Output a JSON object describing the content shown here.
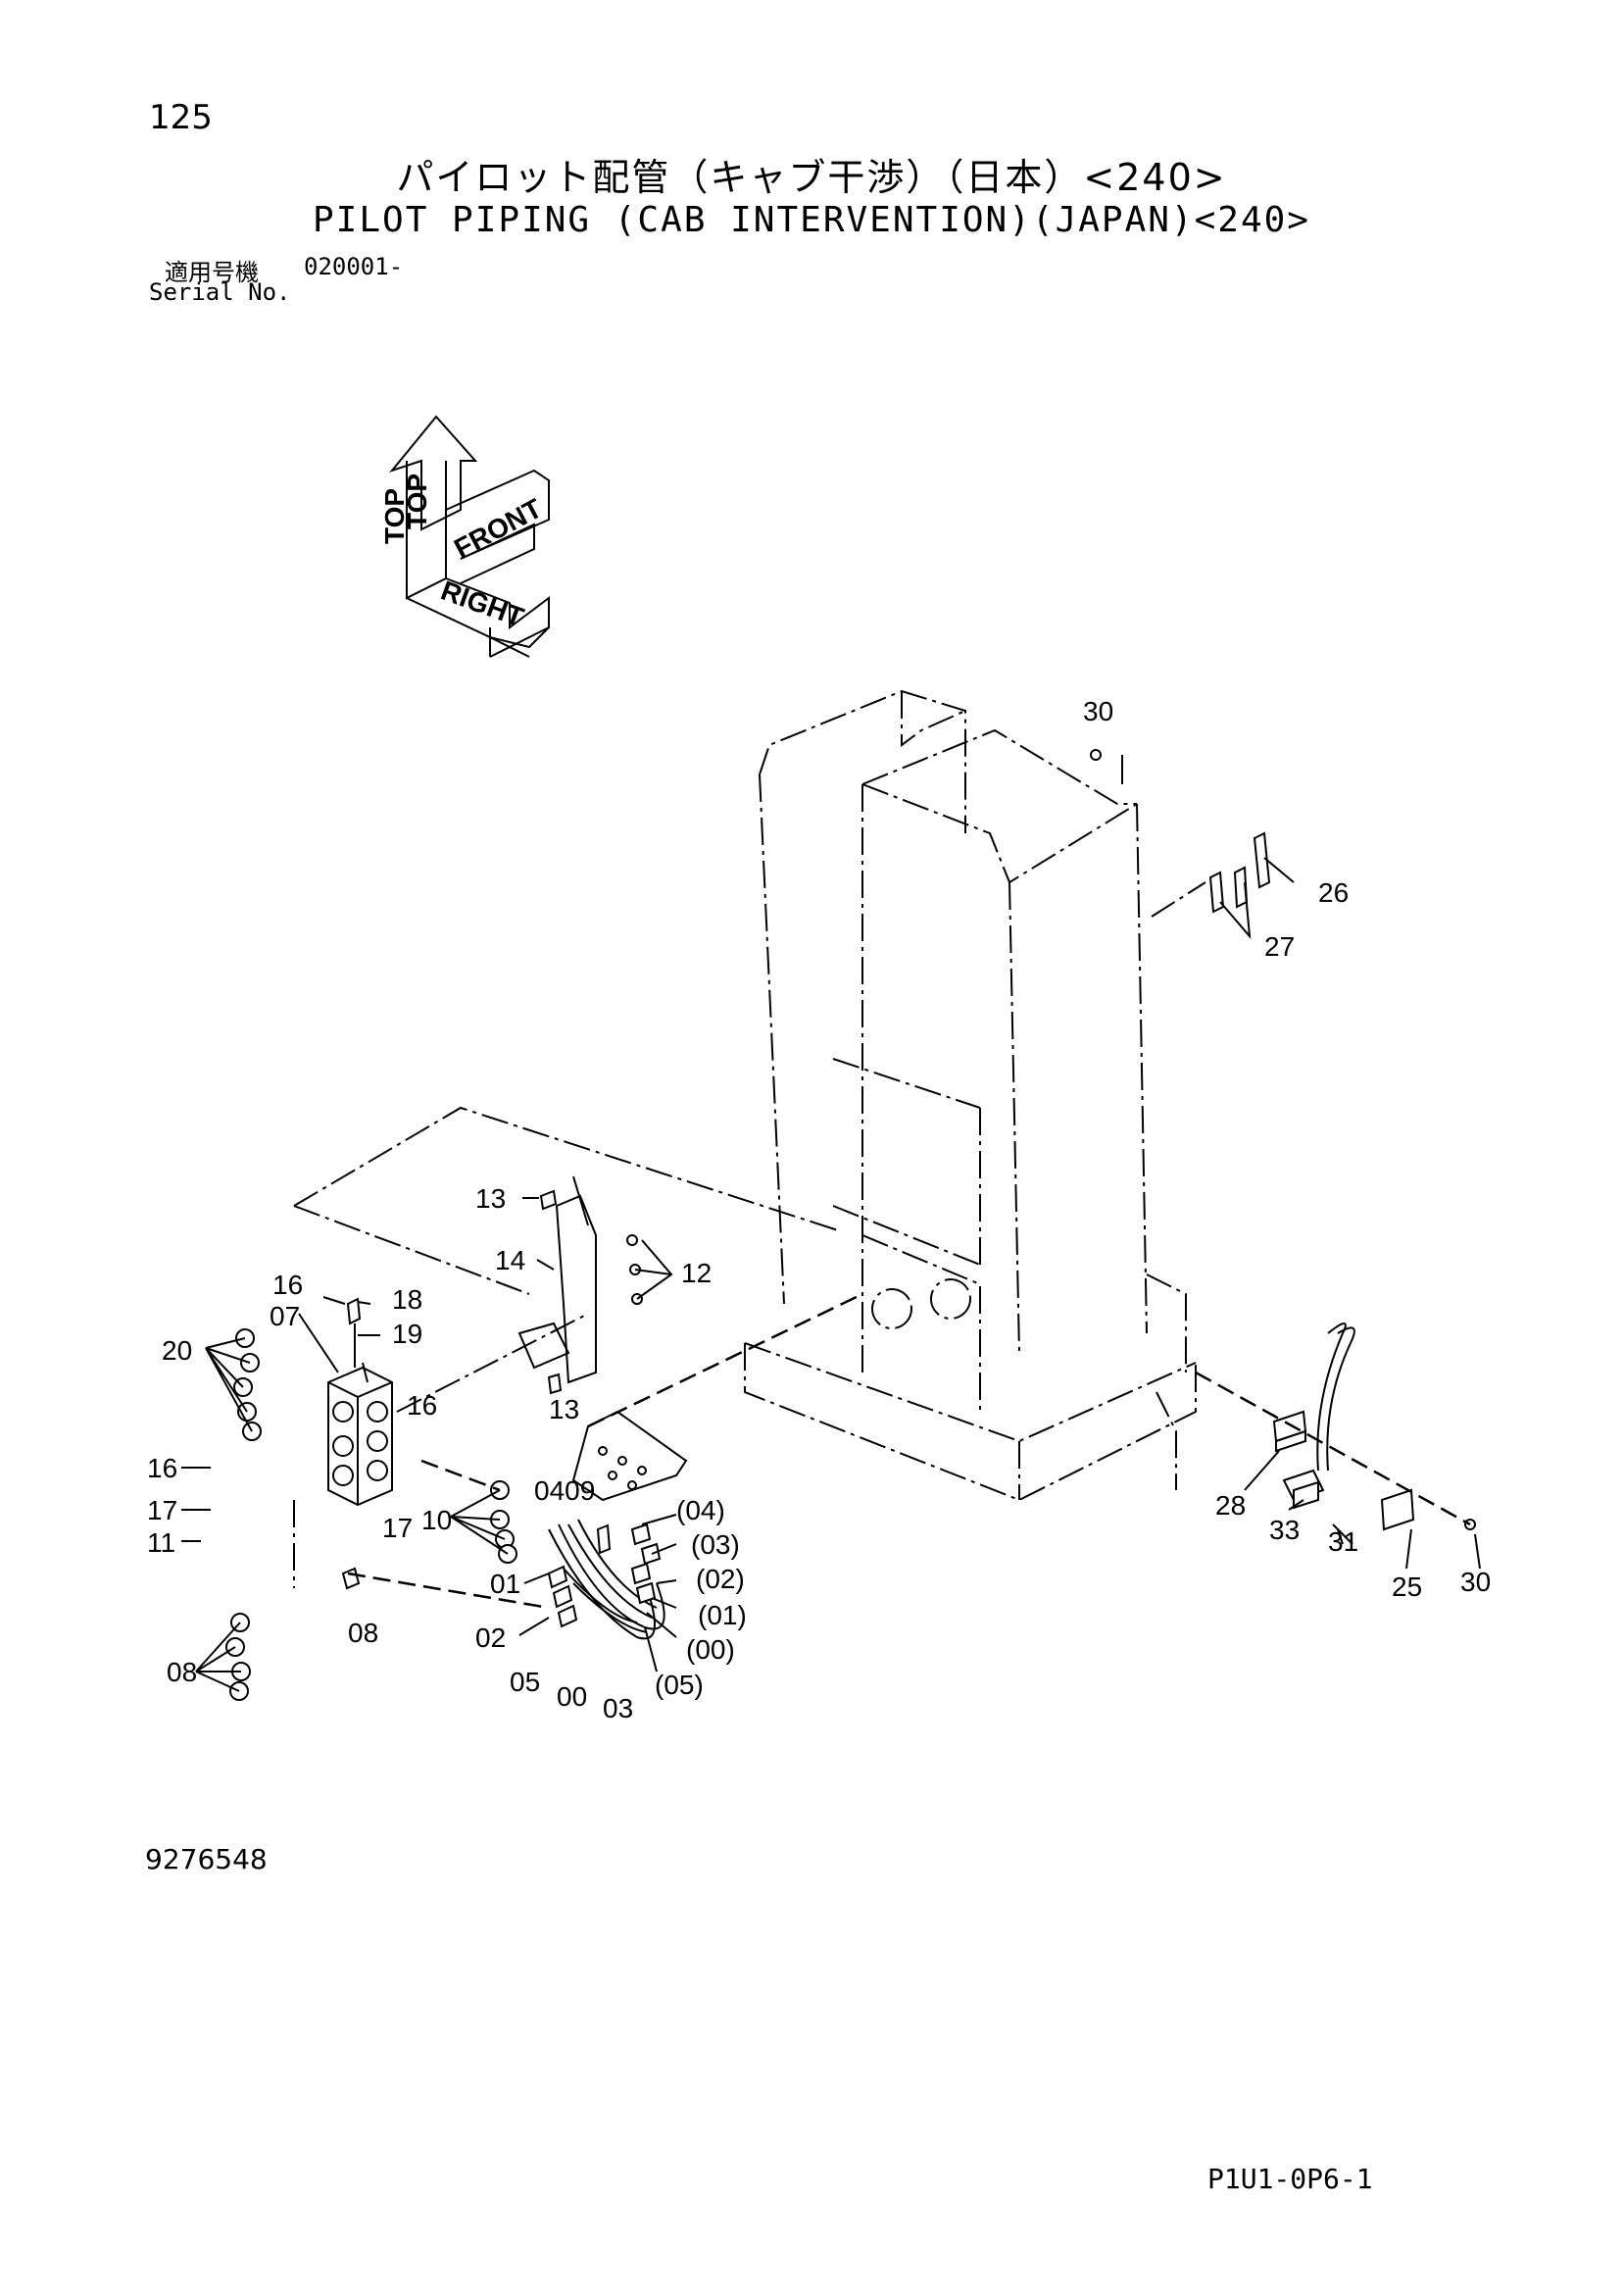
{
  "header": {
    "page_number": "125",
    "title_jp": "パイロット配管（キャブ干渉）（日本）<240>",
    "title_en": "PILOT PIPING (CAB INTERVENTION)(JAPAN)<240>",
    "serial_label_jp": "適用号機",
    "serial_code": "020001-",
    "serial_label_en": "Serial No."
  },
  "orientation_labels": {
    "top": "TOP",
    "front": "FRONT",
    "right": "RIGHT"
  },
  "callouts": {
    "c30a": "30",
    "c26": "26",
    "c27": "27",
    "c13a": "13",
    "c14": "14",
    "c12": "12",
    "c13b": "13",
    "c16a": "16",
    "c18": "18",
    "c07": "07",
    "c19": "19",
    "c20": "20",
    "c16b": "16",
    "c16c": "16",
    "c17a": "17",
    "c11": "11",
    "c17b": "17",
    "c10": "10",
    "c0409": "0409",
    "c04p": "(04)",
    "c03p": "(03)",
    "c02p": "(02)",
    "c01p": "(01)",
    "c00p": "(00)",
    "c05p": "(05)",
    "c01": "01",
    "c02": "02",
    "c05": "05",
    "c00": "00",
    "c03": "03",
    "c08a": "08",
    "c08b": "08",
    "c28": "28",
    "c33": "33",
    "c31": "31",
    "c25": "25",
    "c30b": "30"
  },
  "footer": {
    "document_number": "9276548",
    "page_code": "P1U1-0P6-1"
  }
}
